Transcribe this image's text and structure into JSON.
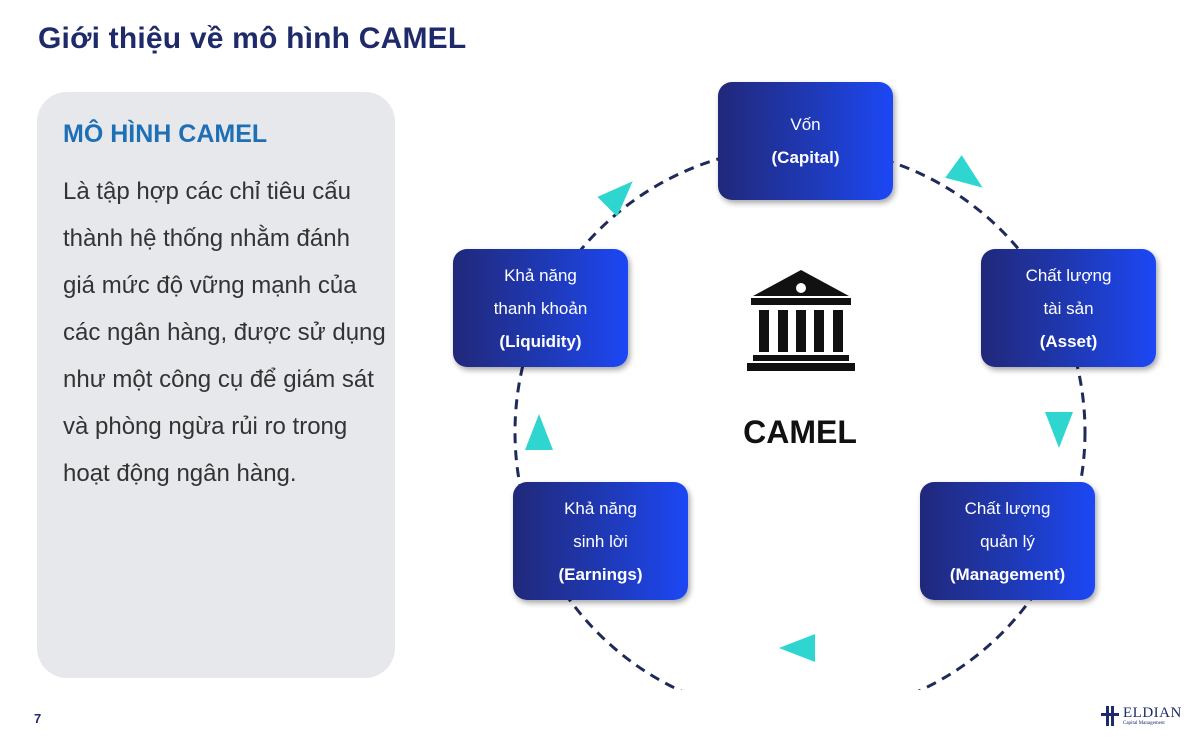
{
  "page": {
    "title": "Giới thiệu về mô hình CAMEL",
    "page_number": "7"
  },
  "card": {
    "heading": "MÔ HÌNH CAMEL",
    "body": "Là tập hợp các chỉ tiêu cấu thành hệ thống nhằm đánh giá mức độ vững mạnh của các ngân hàng, được sử dụng như một công cụ để giám sát và phòng ngừa rủi ro trong hoạt động ngân hàng."
  },
  "diagram": {
    "center_label": "CAMEL",
    "center_icon": "bank-building-icon",
    "arrow_color": "#2fd6d0",
    "ring_color": "#1f2a5a",
    "nodes": [
      {
        "id": "capital",
        "lines": [
          "Vốn"
        ],
        "en": "(Capital)"
      },
      {
        "id": "asset",
        "lines": [
          "Chất lượng",
          "tài sản"
        ],
        "en": "(Asset)"
      },
      {
        "id": "management",
        "lines": [
          "Chất lượng",
          "quản lý"
        ],
        "en": "(Management)"
      },
      {
        "id": "earnings",
        "lines": [
          "Khả năng",
          "sinh lời"
        ],
        "en": "(Earnings)"
      },
      {
        "id": "liquidity",
        "lines": [
          "Khả năng",
          "thanh khoản"
        ],
        "en": "(Liquidity)"
      }
    ]
  },
  "logo": {
    "name": "ELDIAN",
    "subtitle": "Capital Management",
    "icon": "eldian-cross-icon"
  }
}
